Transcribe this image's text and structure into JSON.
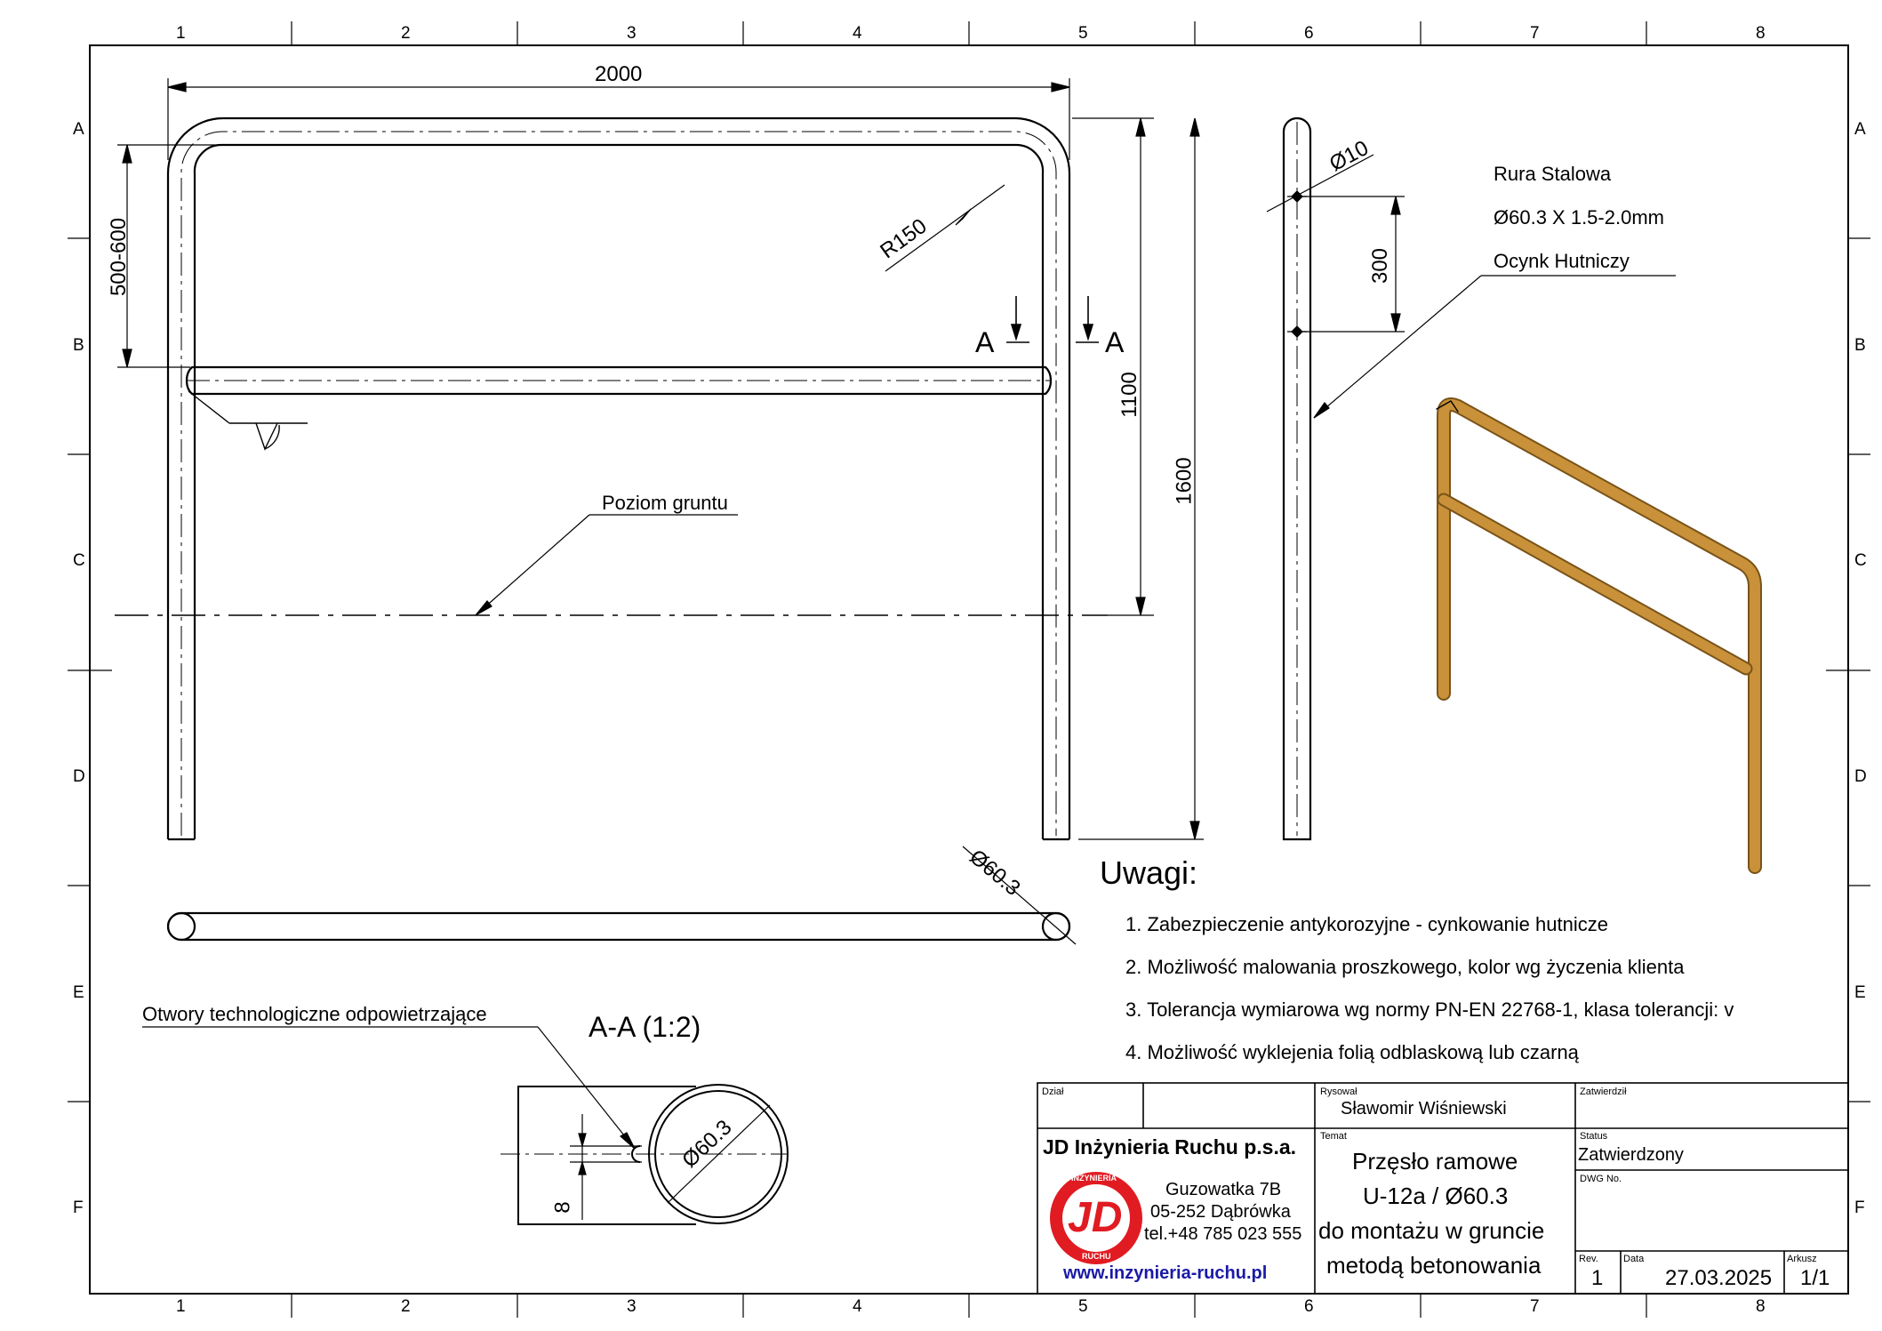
{
  "grid": {
    "cols": [
      "1",
      "2",
      "3",
      "4",
      "5",
      "6",
      "7",
      "8"
    ],
    "rows": [
      "A",
      "B",
      "C",
      "D",
      "E",
      "F"
    ]
  },
  "dims": {
    "width": "2000",
    "height_upper": "500-600",
    "radius": "R150",
    "hole_d": "Ø10",
    "hole_spacing": "300",
    "above_ground": "1100",
    "total_height": "1600",
    "pipe_d": "Ø60.3",
    "section_pipe_d": "Ø60.3",
    "section_hole": "8",
    "section_label": "A-A (1:2)",
    "section_mark": "A"
  },
  "labels": {
    "ground": "Poziom gruntu",
    "pipe_title": "Rura Stalowa",
    "pipe_spec": "Ø60.3 X 1.5-2.0mm",
    "galv": "Ocynk Hutniczy",
    "vent_holes": "Otwory technologiczne odpowietrzające"
  },
  "notes": {
    "title": "Uwagi:",
    "items": [
      "1. Zabezpieczenie antykorozyjne - cynkowanie hutnicze",
      "2. Możliwość malowania proszkowego, kolor wg życzenia klienta",
      "3. Tolerancja wymiarowa wg normy PN-EN 22768-1, klasa tolerancji: v",
      "4. Możliwość wyklejenia folią odblaskową lub czarną"
    ]
  },
  "title_block": {
    "dzial_label": "Dział",
    "rysowal_label": "Rysował",
    "rysowal": "Sławomir Wiśniewski",
    "zatwierdzil_label": "Zatwierdził",
    "company": "JD Inżynieria Ruchu p.s.a.",
    "address1": "Guzowatka 7B",
    "address2": "05-252 Dąbrówka",
    "phone": "tel.+48 785 023 555",
    "website": "www.inzynieria-ruchu.pl",
    "logo_top": "INŻYNIERIA",
    "logo_mid": "JD",
    "logo_bottom": "RUCHU",
    "temat_label": "Temat",
    "temat_lines": [
      "Przęsło ramowe",
      "U-12a / Ø60.3",
      "do montażu w gruncie",
      "metodą betonowania"
    ],
    "status_label": "Status",
    "status": "Zatwierdzony",
    "dwg_label": "DWG No.",
    "rev_label": "Rev.",
    "rev": "1",
    "date_label": "Data",
    "date": "27.03.2025",
    "sheet_label": "Arkusz",
    "sheet": "1/1"
  },
  "colors": {
    "line": "#000000",
    "pipe_3d": "#c8913a",
    "pipe_3d_dark": "#7a5318",
    "logo_red": "#e11b22",
    "website_blue": "#1a1aa6"
  }
}
